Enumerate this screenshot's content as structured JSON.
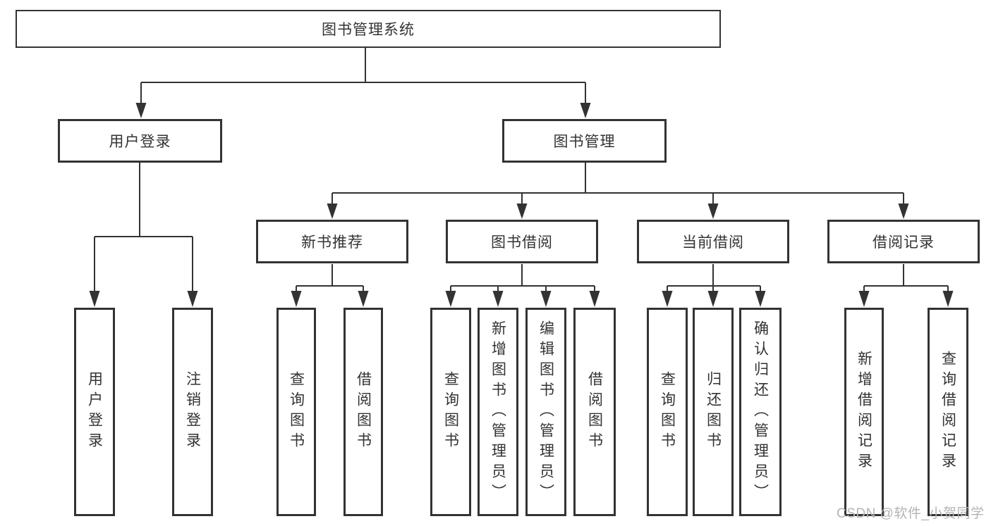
{
  "tree": {
    "label": "图书管理系统",
    "children": [
      {
        "label": "用户登录",
        "children": [
          {
            "label": "用户登录"
          },
          {
            "label": "注销登录"
          }
        ]
      },
      {
        "label": "图书管理",
        "children": [
          {
            "label": "新书推荐",
            "children": [
              {
                "label": "查询图书"
              },
              {
                "label": "借阅图书"
              }
            ]
          },
          {
            "label": "图书借阅",
            "children": [
              {
                "label": "查询图书"
              },
              {
                "label": "新增图书（管理员）"
              },
              {
                "label": "编辑图书（管理员）"
              },
              {
                "label": "借阅图书"
              }
            ]
          },
          {
            "label": "当前借阅",
            "children": [
              {
                "label": "查询图书"
              },
              {
                "label": "归还图书"
              },
              {
                "label": "确认归还（管理员）"
              }
            ]
          },
          {
            "label": "借阅记录",
            "children": [
              {
                "label": "新增借阅记录"
              },
              {
                "label": "查询借阅记录"
              }
            ]
          }
        ]
      }
    ]
  },
  "watermark": {
    "text": "CSDN @软件_小贺同学"
  },
  "colors": {
    "line": "#333333",
    "box_border": "#333333",
    "text": "#333333",
    "watermark": "#b4b4b4",
    "background": "#ffffff"
  }
}
